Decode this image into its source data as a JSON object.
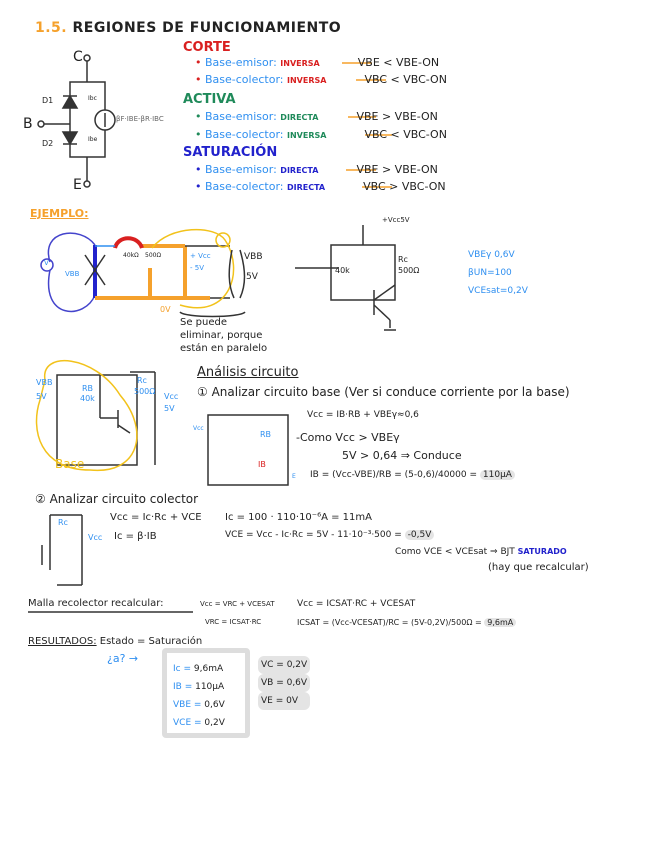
{
  "title": {
    "number": "1.5.",
    "text": "REGIONES DE FUNCIONAMIENTO"
  },
  "diagram": {
    "c": "C",
    "b": "B",
    "e": "E",
    "d1": "D1",
    "d2": "D2",
    "ibc": "Ibc",
    "ibe": "Ibe",
    "source": "βF·IBE-βR·IBC"
  },
  "regions": [
    {
      "name": "CORTE",
      "color": "#d92020",
      "lines": [
        {
          "junction": "Base-emisor:",
          "bias": "INVERSA",
          "cond": "VBE < VBE-ON"
        },
        {
          "junction": "Base-colector:",
          "bias": "INVERSA",
          "cond": "VBC < VBC-ON"
        }
      ]
    },
    {
      "name": "ACTIVA",
      "color": "#1f8a5a",
      "lines": [
        {
          "junction": "Base-emisor:",
          "bias": "DIRECTA",
          "cond": "VBE > VBE-ON"
        },
        {
          "junction": "Base-colector:",
          "bias": "INVERSA",
          "cond": "VBC < VBC-ON"
        }
      ]
    },
    {
      "name": "SATURACIÓN",
      "color": "#2222cc",
      "lines": [
        {
          "junction": "Base-emisor:",
          "bias": "DIRECTA",
          "cond": "VBE > VBE-ON"
        },
        {
          "junction": "Base-colector:",
          "bias": "DIRECTA",
          "cond": "VBC > VBC-ON"
        }
      ]
    }
  ],
  "example": {
    "label": "EJEMPLO:",
    "c1": {
      "v": "V",
      "vbb": "VBB",
      "rb": "40kΩ",
      "rc": "500Ω",
      "vcc": "+ Vcc",
      "vcc2": "- 5V",
      "vbb2": "VBB",
      "v5": "5V",
      "zero": "0V"
    },
    "note": [
      "Se puede",
      "eliminar, porque",
      "están en paralelo"
    ],
    "c2": {
      "vcc": "+Vcc5V",
      "rb": "40k",
      "rc": "Rc",
      "rcv": "500Ω"
    },
    "params": [
      "VBEγ 0,6V",
      "βUN=100",
      "VCEsat=0,2V"
    ]
  },
  "base_circuit": {
    "vbb": "VBB",
    "v5": "5V",
    "rb": "RB",
    "rbv": "40k",
    "rc": "Rc",
    "rcv": "500Ω",
    "vcc": "Vcc",
    "v5b": "5V",
    "label": "Base"
  },
  "analysis": {
    "title": "Análisis circuito",
    "step1": "① Analizar circuito base (Ver si conduce corriente por la base)",
    "small": {
      "vcc": "Vcc",
      "rb": "RB",
      "ib": "IB",
      "e": "E"
    },
    "eq1": "Vcc = IB·RB + VBEγ≈0,6",
    "eq2": "-Como Vcc > VBEγ",
    "eq3": "5V > 0,64 ⇒ Conduce",
    "eq4": "IB = (Vcc-VBE)/RB = (5-0,6)/40000 =",
    "eq4r": "110µA",
    "step2": "② Analizar circuito colector",
    "c3": {
      "rc": "Rc",
      "vcc": "Vcc"
    },
    "eq5": "Vcc = Ic·Rc + VCE",
    "eq6": "Ic = β·IB",
    "eq7": "Ic = 100 · 110·10⁻⁶A = 11mA",
    "eq8": "VCE = Vcc - Ic·Rc = 5V - 11·10⁻³·500 =",
    "eq8r": "-0,5V",
    "eq9": "Como VCE < VCEsat ⇒ BJT",
    "eq9b": "SATURADO",
    "eq10": "(hay que recalcular)"
  },
  "recalc": {
    "label": "Malla recolector recalcular:",
    "a": "Vcc = VRC + VCESAT",
    "b": "VRC = ICSAT·RC",
    "c": "Vcc = ICSAT·RC + VCESAT",
    "d": "ICSAT = (Vcc-VCESAT)/RC = (5V-0,2V)/500Ω =",
    "dr": "9,6mA"
  },
  "results": {
    "label": "RESULTADOS:",
    "state": "Estado = Saturación",
    "q": "¿a? →",
    "box": [
      {
        "k": "Ic =",
        "v": "9,6mA"
      },
      {
        "k": "IB =",
        "v": "110µA"
      },
      {
        "k": "VBE =",
        "v": "0,6V"
      },
      {
        "k": "VCE =",
        "v": "0,2V"
      }
    ],
    "side": [
      "VC = 0,2V",
      "VB = 0,6V",
      "VE = 0V"
    ]
  }
}
